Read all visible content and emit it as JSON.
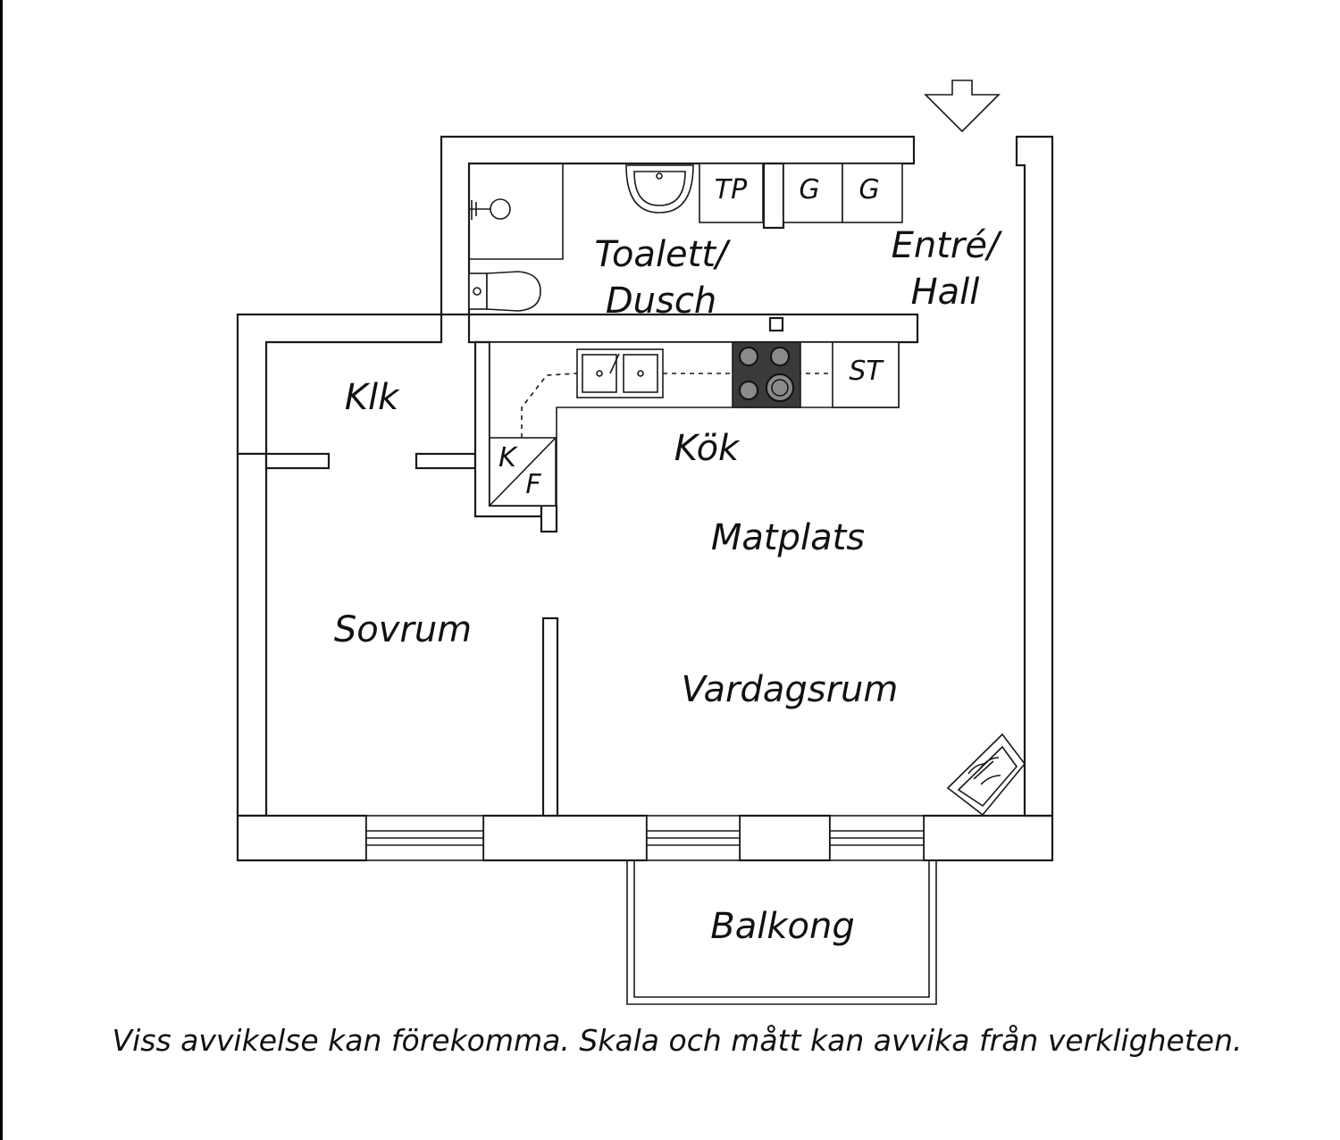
{
  "rooms": {
    "toilet_line1": "Toalett/",
    "toilet_line2": "Dusch",
    "entry_line1": "Entré/",
    "entry_line2": "Hall",
    "closet": "Klk",
    "kitchen": "Kök",
    "dining": "Matplats",
    "bedroom": "Sovrum",
    "living": "Vardagsrum",
    "balcony": "Balkong"
  },
  "fixtures": {
    "tp": "TP",
    "g1": "G",
    "g2": "G",
    "stove_cabinet": "ST",
    "fridge_k": "K",
    "fridge_f": "F"
  },
  "disclaimer": "Viss avvikelse kan förekomma. Skala och mått kan avvika från verkligheten.",
  "colors": {
    "line": "#1a1a1a",
    "hob": "#3a3a3a",
    "background": "#ffffff"
  },
  "icons": [
    "entrance-arrow-icon",
    "sink-icon",
    "toilet-icon",
    "shower-icon",
    "kitchen-sink-icon",
    "hob-icon",
    "plant-icon"
  ]
}
